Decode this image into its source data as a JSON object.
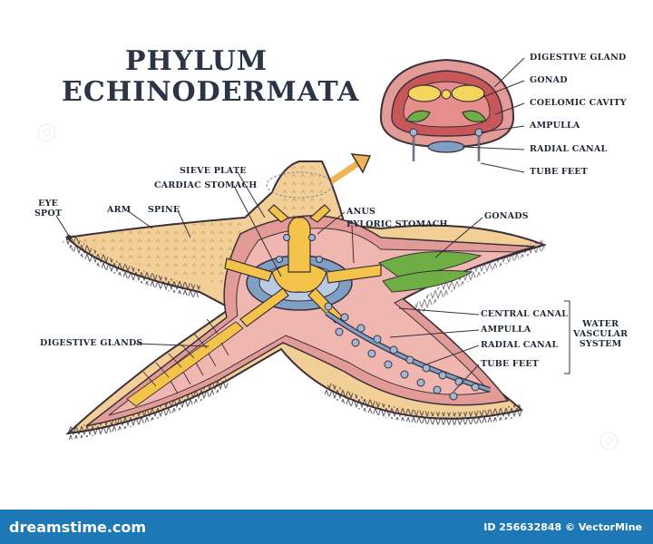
{
  "title": {
    "line1": "PHYLUM",
    "line2": "ECHINODERMATA"
  },
  "cross_section_labels": {
    "digestive_gland": "DIGESTIVE GLAND",
    "gonad": "GONAD",
    "coelomic_cavity": "COELOMIC CAVITY",
    "ampulla": "AMPULLA",
    "radial_canal": "RADIAL CANAL",
    "tube_feet": "TUBE FEET"
  },
  "body_labels": {
    "eye_spot_1": "EYE",
    "eye_spot_2": "SPOT",
    "arm": "ARM",
    "spine": "SPINE",
    "sieve_plate": "SIEVE PLATE",
    "cardiac_stomach": "CARDIAC STOMACH",
    "anus": "ANUS",
    "pyloric_stomach": "PYLORIC STOMACH",
    "gonads": "GONADS",
    "digestive_glands": "DIGESTIVE GLANDS",
    "central_canal": "CENTRAL CANAL",
    "ampulla": "AMPULLA",
    "radial_canal": "RADIAL CANAL",
    "tube_feet": "TUBE FEET"
  },
  "group_label": {
    "line1": "WATER",
    "line2": "VASCULAR",
    "line3": "SYSTEM"
  },
  "footer": {
    "brand": "dreamstime.com",
    "credit": "ID 256632848 © VectorMine"
  },
  "colors": {
    "footer_bg": "#1e78b5",
    "outline": "#3a2f3a",
    "skin": "#f3cf98",
    "inner_pink": "#e39b98",
    "gut_yellow": "#f4c34a",
    "canal_blue": "#7f9fc4",
    "gonad_green": "#6fae45"
  }
}
